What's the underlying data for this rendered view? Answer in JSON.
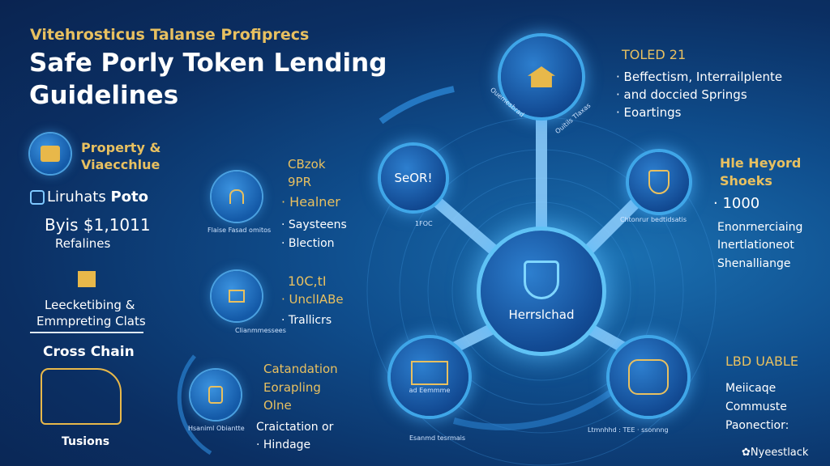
{
  "header": {
    "subtitle": "Vitehrosticus Talanse Profiprecs",
    "title_line1": "Safe Porly Token Lending",
    "title_line2": "Guidelines"
  },
  "left": {
    "property_label": "Property &",
    "property_label2": "Viaecchlue",
    "liruhats": "Liruhats",
    "poto": "Poto",
    "price": "Byis $1,1011",
    "refalines": "Refalines",
    "bracket_label1": "Leecketibing &",
    "bracket_label2": "Emmpreting Clats",
    "cross_chain": "Cross Chain",
    "tusions": "Tusions"
  },
  "small_nodes": [
    {
      "caption": "Flaise Fasad omitos",
      "heading1": "CBzok",
      "heading2": "9PR",
      "items": [
        "Healner",
        "Saysteens",
        "Blection"
      ]
    },
    {
      "caption": "Clianmmessees",
      "heading1": "10C,tI",
      "items": [
        "UnclIABe",
        "Trallicrs"
      ]
    },
    {
      "caption": "Hsaniml Obiantte",
      "heading1": "Catandation",
      "heading2": "Eorapling",
      "heading3": "Olne",
      "items": [
        "Craictation or",
        "Hindage"
      ]
    }
  ],
  "hub": {
    "center_label": "Herrslchad",
    "top_left_caption": "Ouemesbrad",
    "top_right_caption": "Ouitils Tlaxas",
    "upper_left_label": "SeOR!",
    "upper_left_caption": "1FOC",
    "upper_right_caption": "Chtonrur bedtidsatis",
    "lower_left_caption": "Esanmd tesrmais",
    "lower_left_inner": "ad Eemmme",
    "lower_right_caption": "Ltmnhhd : TEE · ssonnng"
  },
  "right": {
    "top_heading": "TOLED 21",
    "top_items": [
      "Beffectism, Interrailplente",
      "and doccied Springs",
      "Eoartings"
    ],
    "mid_heading1": "Hle Heyord",
    "mid_heading2": "Shoeks",
    "mid_value": "1000",
    "mid_items": [
      "Enonrnerciaing",
      "Inertlationeot",
      "Shenalliange"
    ],
    "bottom_heading": "LBD UABLE",
    "bottom_items": [
      "Meiicaqe",
      "Commuste",
      "Paonectior:"
    ],
    "brand": "Nyeestlack"
  },
  "colors": {
    "gold": "#e8c060",
    "accent": "#3fa6e8",
    "bg": "#0b2f63"
  }
}
